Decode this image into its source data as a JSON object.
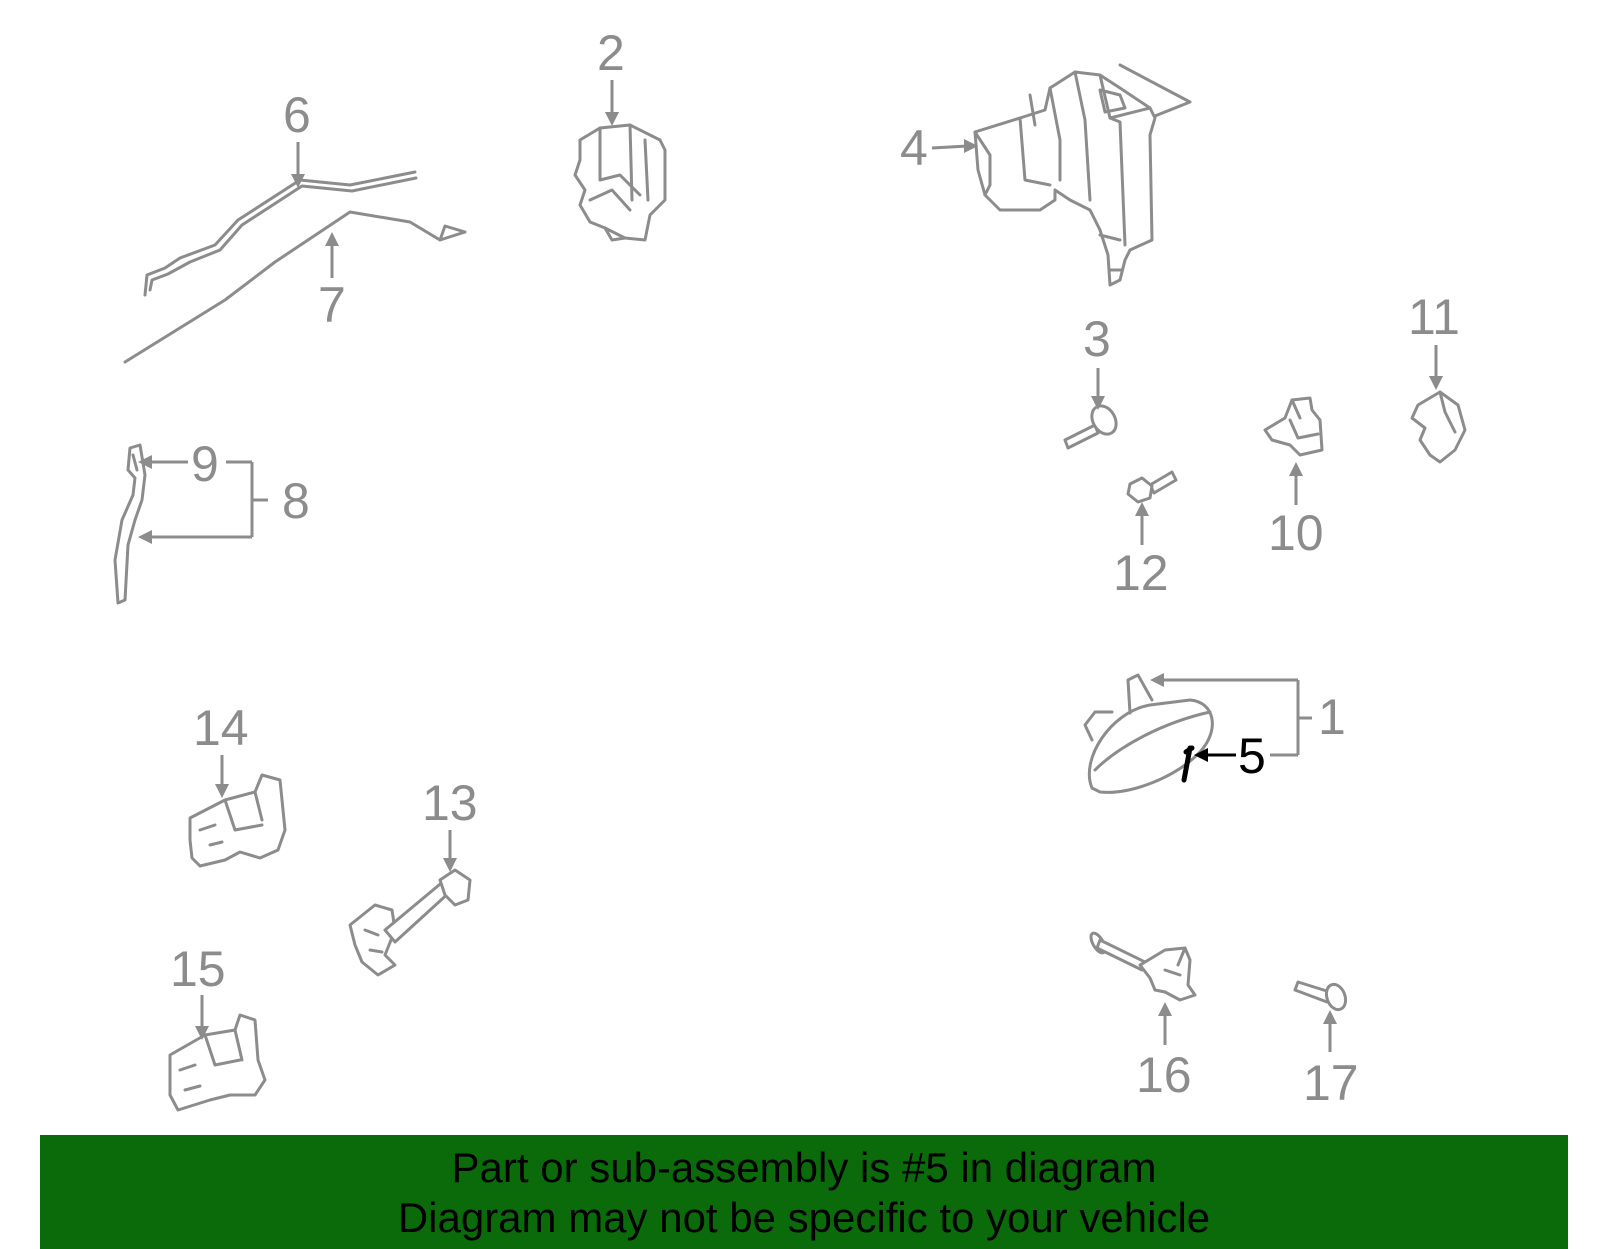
{
  "colors": {
    "parts": "#8c8c8c",
    "highlight": "#000000",
    "banner": "#0b6b0b"
  },
  "callouts": {
    "c1": "1",
    "c2": "2",
    "c3": "3",
    "c4": "4",
    "c5": "5",
    "c6": "6",
    "c7": "7",
    "c8": "8",
    "c9": "9",
    "c10": "10",
    "c11": "11",
    "c12": "12",
    "c13": "13",
    "c14": "14",
    "c15": "15",
    "c16": "16",
    "c17": "17"
  },
  "highlighted_part": "5",
  "banner": {
    "line1": "Part or sub-assembly is #5 in diagram",
    "line2": "Diagram may not be specific to your vehicle"
  }
}
